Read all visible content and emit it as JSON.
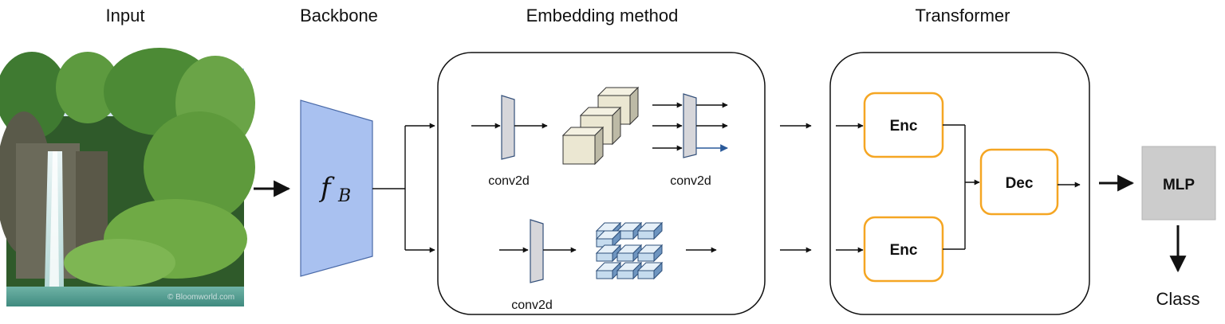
{
  "headers": {
    "input": "Input",
    "backbone": "Backbone",
    "embedding": "Embedding method",
    "transformer": "Transformer"
  },
  "backbone": {
    "symbol": "f",
    "subscript": "B",
    "color": "#a9c1f0"
  },
  "embedding": {
    "conv_label_top_left": "conv2d",
    "conv_label_top_right": "conv2d",
    "conv_label_bottom": "conv2d"
  },
  "transformer": {
    "encoder_top": "Enc",
    "encoder_bottom": "Enc",
    "decoder": "Dec",
    "box_color": "#f5a623"
  },
  "head": {
    "mlp": "MLP",
    "output": "Class",
    "mlp_color": "#cccccc"
  },
  "input_image": {
    "watermark": "© Bloomworld.com"
  }
}
